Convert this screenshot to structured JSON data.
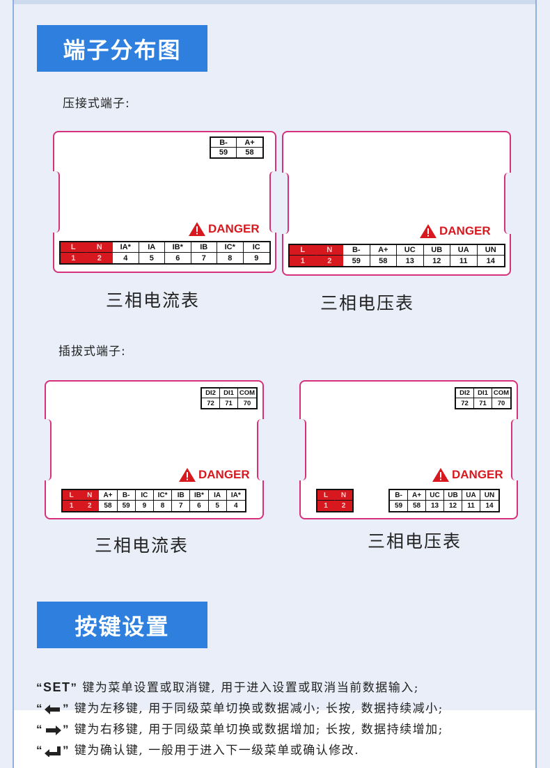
{
  "sections": {
    "terminal_title": "端子分布图",
    "key_title": "按键设置"
  },
  "press_type": {
    "label": "压接式端子:",
    "current": {
      "caption": "三相电流表",
      "danger": "DANGER",
      "small_table": {
        "headers": [
          "B-",
          "A+"
        ],
        "numbers": [
          "59",
          "58"
        ]
      },
      "main_table": {
        "headers": [
          "L",
          "N",
          "IA*",
          "IA",
          "IB*",
          "IB",
          "IC*",
          "IC"
        ],
        "numbers": [
          "1",
          "2",
          "4",
          "5",
          "6",
          "7",
          "8",
          "9"
        ]
      }
    },
    "voltage": {
      "caption": "三相电压表",
      "danger": "DANGER",
      "main_table": {
        "headers": [
          "L",
          "N",
          "B-",
          "A+",
          "UC",
          "UB",
          "UA",
          "UN"
        ],
        "numbers": [
          "1",
          "2",
          "59",
          "58",
          "13",
          "12",
          "11",
          "14"
        ]
      }
    }
  },
  "plug_type": {
    "label": "插拔式端子:",
    "current": {
      "caption": "三相电流表",
      "danger": "DANGER",
      "small_table": {
        "headers": [
          "DI2",
          "DI1",
          "COM"
        ],
        "numbers": [
          "72",
          "71",
          "70"
        ]
      },
      "main_table": {
        "headers": [
          "L",
          "N",
          "A+",
          "B-",
          "IC",
          "IC*",
          "IB",
          "IB*",
          "IA",
          "IA*"
        ],
        "numbers": [
          "1",
          "2",
          "58",
          "59",
          "9",
          "8",
          "7",
          "6",
          "5",
          "4"
        ]
      }
    },
    "voltage": {
      "caption": "三相电压表",
      "danger": "DANGER",
      "small_table": {
        "headers": [
          "DI2",
          "DI1",
          "COM"
        ],
        "numbers": [
          "72",
          "71",
          "70"
        ]
      },
      "ln_table": {
        "headers": [
          "L",
          "N"
        ],
        "numbers": [
          "1",
          "2"
        ]
      },
      "main_table": {
        "headers": [
          "B-",
          "A+",
          "UC",
          "UB",
          "UA",
          "UN"
        ],
        "numbers": [
          "59",
          "58",
          "13",
          "12",
          "11",
          "14"
        ]
      }
    }
  },
  "instructions": [
    {
      "open": "“",
      "key": "SET",
      "close": "”",
      "text": " 键为菜单设置或取消键, 用于进入设置或取消当前数据输入;"
    },
    {
      "open": "“",
      "icon": "arrow-left-icon",
      "close": "”",
      "text": " 键为左移键, 用于同级菜单切换或数据减小; 长按, 数据持续减小;"
    },
    {
      "open": "“",
      "icon": "arrow-right-icon",
      "close": "”",
      "text": " 键为右移键, 用于同级菜单切换或数据增加; 长按, 数据持续增加;"
    },
    {
      "open": "“",
      "icon": "enter-icon",
      "close": "”",
      "text": " 键为确认键, 一般用于进入下一级菜单或确认修改."
    }
  ],
  "colors": {
    "header_bg": "#2e7fde",
    "panel_border": "#d6307a",
    "danger_red": "#d7191f",
    "page_bg": "#e9eef8"
  }
}
